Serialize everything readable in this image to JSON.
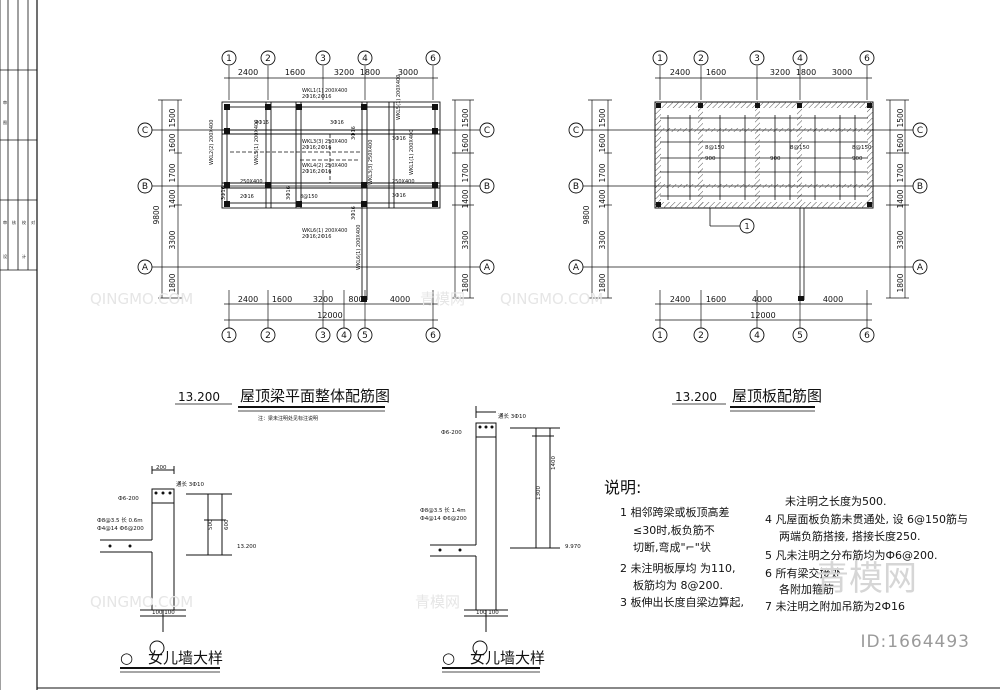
{
  "plan1": {
    "title": "屋顶梁平面整体配筋图",
    "elevation": "13.200",
    "note": "注：梁未注明处见标注说明"
  },
  "plan2": {
    "title": "屋顶板配筋图",
    "elevation": "13.200"
  },
  "axes": {
    "cols": [
      "1",
      "2",
      "3",
      "4",
      "6"
    ],
    "cols_bottom1": [
      "1",
      "2",
      "3",
      "4",
      "5",
      "6"
    ],
    "rows": [
      "C",
      "B",
      "A"
    ],
    "top_dims": [
      "2400",
      "1600",
      "3200",
      "1800",
      "3000"
    ],
    "bottom_dims1": [
      "2400",
      "1600",
      "3200",
      "800",
      "4000"
    ],
    "bottom_dims2": [
      "2400",
      "1600",
      "4000",
      "4000"
    ],
    "total": "12000",
    "side_dims": [
      "1500",
      "1600",
      "1700",
      "1400",
      "3300",
      "1800"
    ],
    "side_total": "9800"
  },
  "beams": {
    "b1": "WKL1(1) 200X400",
    "b2": "WKL2(2) 200X400",
    "b3": "WKL3(3) 250X400",
    "b4": "WKL4(2) 250X400",
    "b5": "WKL5(1) 200X400",
    "b6": "WKL6(1) 200X400",
    "spec1": "2Ф16;2Ф16",
    "spec2": "3Ф16",
    "spec3": "250X400",
    "spec4": "4Ф16",
    "spec5": "2Ф16",
    "spec6": "8@150"
  },
  "slab": {
    "r1": "8@150",
    "r2": "900",
    "r3": "8@150",
    "r4": "900",
    "r5": "8@150",
    "r6": "900",
    "mark": "1"
  },
  "detail1": {
    "title": "女儿墙大样",
    "w200": "200",
    "bar1": "Ф6-200",
    "s1": "通长 3Ф10",
    "l1": "Ф8@3.5 长 0.6m",
    "l2": "Ф4@14 Ф6@200",
    "h500": "500",
    "h600": "600",
    "elev": "13.200",
    "bottom": "100 100"
  },
  "detail2": {
    "title": "女儿墙大样",
    "bar1": "Ф6-200",
    "s1": "通长 3Ф10",
    "l1": "Ф8@3.5 长 1.4m",
    "l2": "Ф4@14 Ф6@200",
    "h1": "1300",
    "h2": "1400",
    "elev": "9.970",
    "bottom": "100 100"
  },
  "notes": {
    "heading": "说明:",
    "n1a": "1  相邻跨梁或板顶高差",
    "n1b": "≤30时,板负筋不",
    "n1c": "切断,弯成\"⌐\"状",
    "n2a": "2  未注明板厚均 为110,",
    "n2b": "板筋均为 8@200.",
    "n3": "3  板伸出长度自梁边算起,",
    "n3b": "未注明之长度为500.",
    "n4a": "4  凡屋面板负筋未贯通处, 设 6@150筋与",
    "n4b": "两端负筋搭接, 搭接长度250.",
    "n5": "5  凡未注明之分布筋均为Ф6@200.",
    "n6": "6  所有梁交接处",
    "n6b": "各附加箍筋",
    "n7": "7  未注明之附加吊筋为2Ф16"
  },
  "watermarks": [
    "QINGMO.COM",
    "青模网",
    "QINGMO.COM",
    "青模网",
    "QINGMO.COM",
    "青模网"
  ],
  "id_label": "ID:1664493",
  "side_labels": [
    "审",
    "图",
    "审",
    "核",
    "校",
    "对",
    "设",
    "计"
  ]
}
